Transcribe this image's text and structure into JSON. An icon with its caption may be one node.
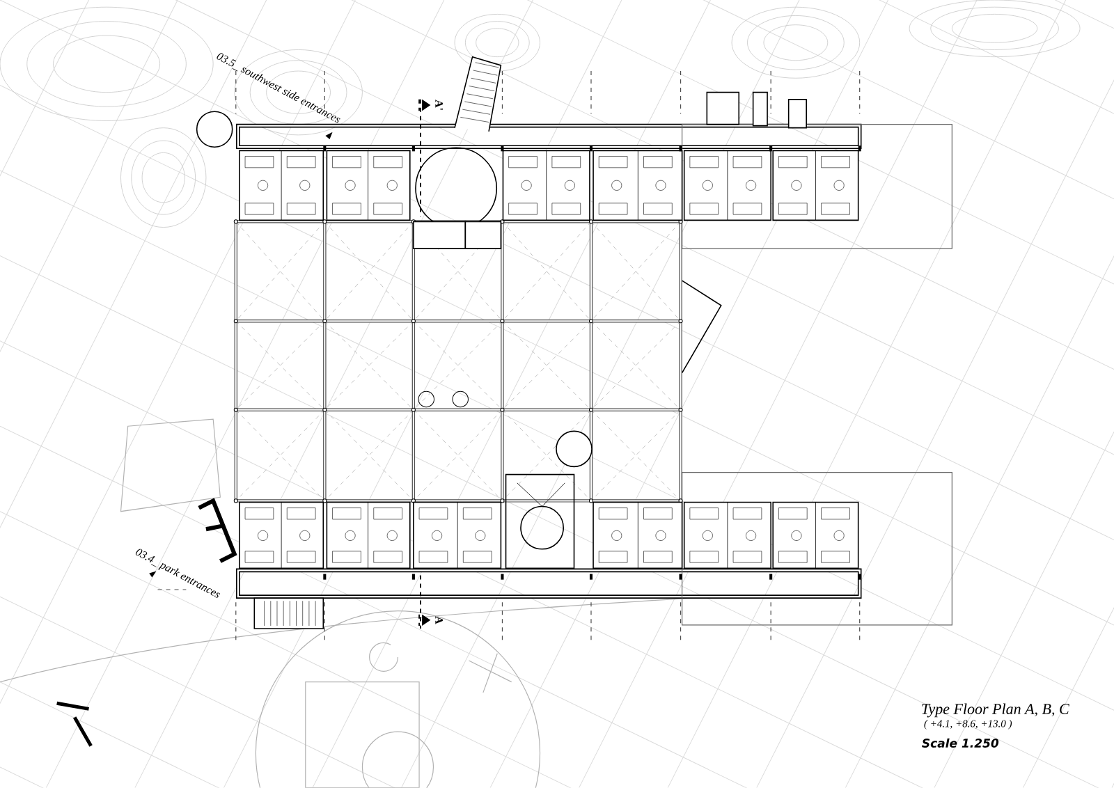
{
  "diagram": {
    "title": "Type Floor Plan A, B, C",
    "labels": [
      "03.5_ southwest side entrances",
      "A'",
      "03.4_ park entrances",
      "A",
      "( +4.1, +8.6, +13.0 )",
      "Scale 1.250"
    ]
  }
}
